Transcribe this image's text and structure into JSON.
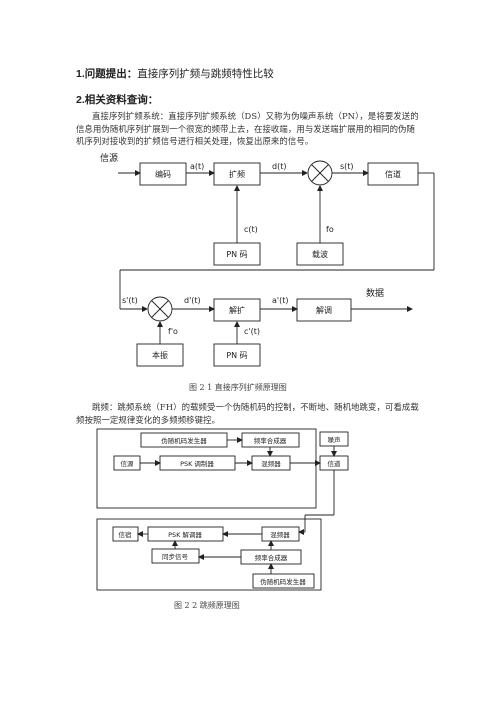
{
  "section1": {
    "number": "1.",
    "label": "问题提出：",
    "text": "直接序列扩频与跳频特性比较"
  },
  "section2": {
    "number": "2.",
    "label": "相关资料查询："
  },
  "para1": "直接序列扩频系统：直接序列扩频系统（DS）又称为伪噪声系统（PN），是将要发送的信息用伪随机序列扩展到一个很宽的频带上去，在接收端，用与发送端扩展用的相同的伪随机序列对接收到的扩频信号进行相关处理，恢复出原来的信号。",
  "fig1": {
    "caption": "图 2 1    直接序列扩频原理图",
    "in_label": "信源",
    "out_label": "数据",
    "boxes": {
      "encode": "编码",
      "spread": "扩频",
      "channel": "信道",
      "pn_tx": "PN 码",
      "carrier": "载波",
      "despread": "解扩",
      "demod": "解调",
      "local_osc": "本振",
      "pn_rx": "PN 码"
    },
    "signals": {
      "a": "a(t)",
      "d": "d(t)",
      "s": "s(t)",
      "c": "c(t)",
      "f0": "fo",
      "s_rx": "s'(t)",
      "d_rx": "d'(t)",
      "a_rx": "a'(t)",
      "f0_rx": "f'o",
      "c_rx": "c'(t)"
    }
  },
  "para2": "跳频：跳频系统（FH）的载频受一个伪随机码的控制，不断地、随机地跳变，可看成载频按照一定规律变化的多频频移键控。",
  "fig2": {
    "caption": "图 2 2 跳频原理图",
    "boxes": {
      "prng_tx": "伪随机码发生器",
      "synth_tx": "频率合成器",
      "source": "信源",
      "psk_mod": "PSK 调制器",
      "upconv": "混频器",
      "noise": "噪声",
      "channel": "信道",
      "sink": "信宿",
      "psk_demod": "PSK 解调器",
      "downconv": "混频器",
      "sync": "同步信号",
      "synth_rx": "频率合成器",
      "prng_rx": "伪随机码发生器"
    }
  }
}
